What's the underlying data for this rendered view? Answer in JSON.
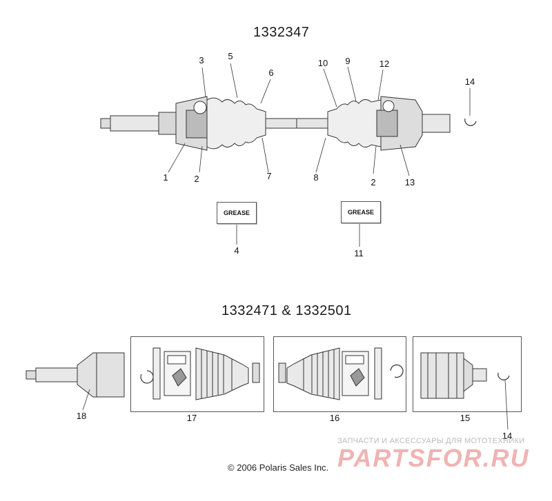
{
  "top_assembly": {
    "part_number": "1332347",
    "callouts": [
      "1",
      "2",
      "3",
      "4",
      "5",
      "6",
      "7",
      "8",
      "9",
      "10",
      "11",
      "12",
      "13",
      "14"
    ],
    "grease_label": "GREASE"
  },
  "bottom_assembly": {
    "part_numbers": "1332471 & 1332501",
    "callouts": [
      "14",
      "15",
      "16",
      "17",
      "18"
    ]
  },
  "copyright": "© 2006 Polaris Sales Inc.",
  "watermark": {
    "tagline": "ЗАПЧАСТИ И АКСЕССУАРЫ ДЛЯ МОТОТЕХНИКИ",
    "brand": "PARTSFOR.RU",
    "color": "#e07070"
  }
}
